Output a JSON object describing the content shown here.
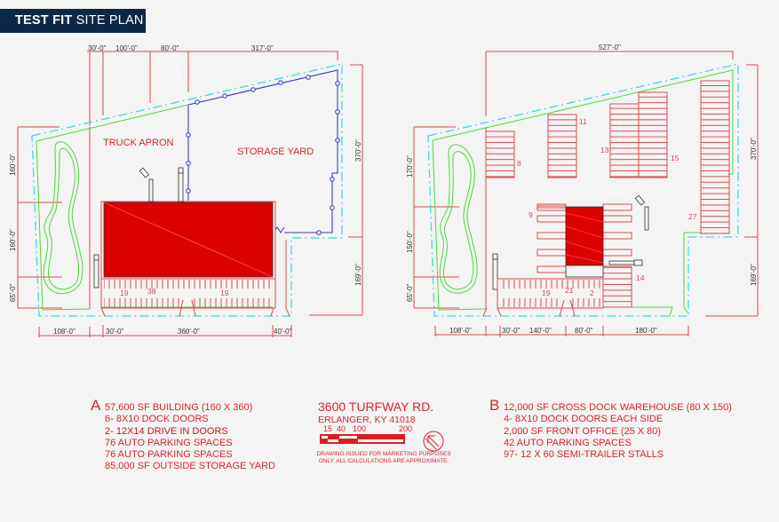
{
  "header": {
    "title_bold": "TEST FIT",
    "title_rest": "SITE PLAN",
    "background": "#0c2848"
  },
  "plan_a": {
    "labels": {
      "truck_apron": "TRUCK APRON",
      "storage_yard": "STORAGE YARD"
    },
    "top_dims": [
      "30'-0\"",
      "100'-0\"",
      "80'-0\"",
      "317'-0\""
    ],
    "left_dims": [
      "160'-0\"",
      "160'-0\"",
      "65'-0\""
    ],
    "right_dims": [
      "370'-0\"",
      "169'-0\""
    ],
    "bottom_dims": [
      "108'-0\"",
      "30'-0\"",
      "360'-0\"",
      "40'-0\""
    ],
    "parking_counts": [
      "19",
      "38",
      "19"
    ]
  },
  "plan_b": {
    "top_dims": [
      "527'-0\""
    ],
    "left_dims": [
      "170'-0\"",
      "150'-0\"",
      "65'-0\""
    ],
    "right_dims": [
      "370'-0\"",
      "169'-0\""
    ],
    "bottom_dims": [
      "108'-0\"",
      "30'-0\"",
      "140'-0\"",
      "80'-0\"",
      "180'-0\""
    ],
    "stall_counts": [
      "8",
      "11",
      "13",
      "15",
      "27",
      "9",
      "14"
    ],
    "parking_counts": [
      "19",
      "21",
      "2"
    ]
  },
  "notes_a": {
    "letter": "A",
    "lines": [
      "57,600 SF BUILDING (160 X 360)",
      "6- 8X10 DOCK DOORS",
      "2- 12X14 DRIVE IN DOORS",
      "76 AUTO PARKING SPACES",
      "76 AUTO PARKING SPACES",
      "85,000 SF OUTSIDE STORAGE YARD"
    ]
  },
  "address": {
    "street": "3600 TURFWAY RD.",
    "city": "ERLANGER, KY  41018",
    "scale_ticks": [
      "15",
      "40",
      "100",
      "200"
    ],
    "disclaimer": "DRAWING ISSUED FOR MARKETING PURPOSES ONLY.  ALL CALCULATIONS ARE APPROXIMATE."
  },
  "notes_b": {
    "letter": "B",
    "lines": [
      "12,000 SF CROSS DOCK WAREHOUSE (80 X 150)",
      "4- 8X10 DOCK DOORS EACH SIDE",
      "2,000 SF FRONT OFFICE (25 X 80)",
      "42 AUTO PARKING SPACES",
      "97- 12 X 60 SEMI-TRAILER STALLS"
    ]
  },
  "colors": {
    "dimension_red": "#e0474c",
    "building_red": "#dd0000",
    "text_red": "#d9232a",
    "property_line_cyan": "#3fd8e6",
    "landscape_green": "#44dd33",
    "fence_blue": "#3a3ac4"
  }
}
